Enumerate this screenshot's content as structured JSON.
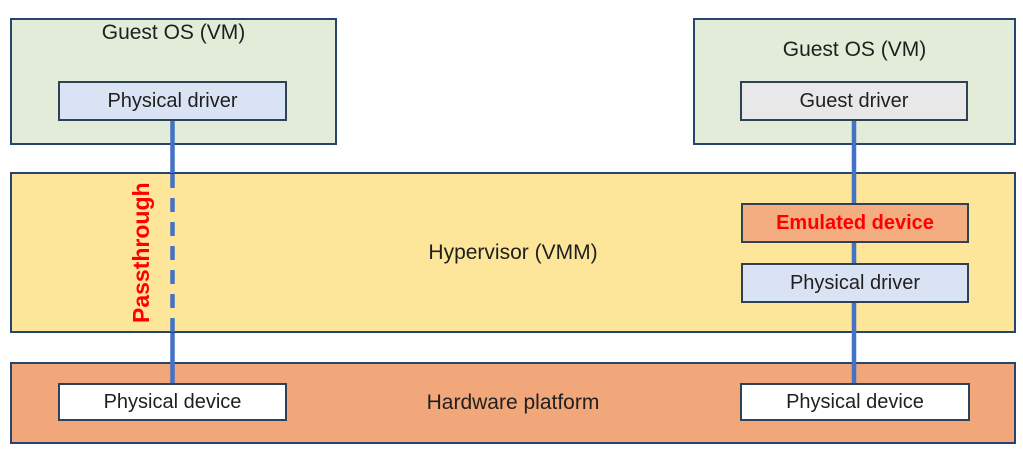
{
  "diagram": {
    "guest_left": {
      "title": "Guest OS (VM)",
      "driver_label": "Physical driver"
    },
    "guest_right": {
      "title": "Guest OS (VM)",
      "driver_label": "Guest driver"
    },
    "hypervisor": {
      "title": "Hypervisor (VMM)",
      "emulated_device_label": "Emulated device",
      "physical_driver_label": "Physical driver",
      "passthrough_label": "Passthrough"
    },
    "hardware": {
      "title": "Hardware platform",
      "left_device_label": "Physical device",
      "right_device_label": "Physical device"
    },
    "colors": {
      "guest_fill": "#e2ecd8",
      "hypervisor_fill": "#fde699",
      "hardware_fill": "#f1a77a",
      "emulated_device_fill": "#f4ad80",
      "physical_driver_fill": "#dae3f3",
      "guest_driver_fill": "#e8e8e8",
      "physical_device_fill": "#ffffff",
      "box_border": "#26456e",
      "connection_line": "#4472c4",
      "accent_red": "#ff0000",
      "text": "#1f1f1f"
    }
  }
}
